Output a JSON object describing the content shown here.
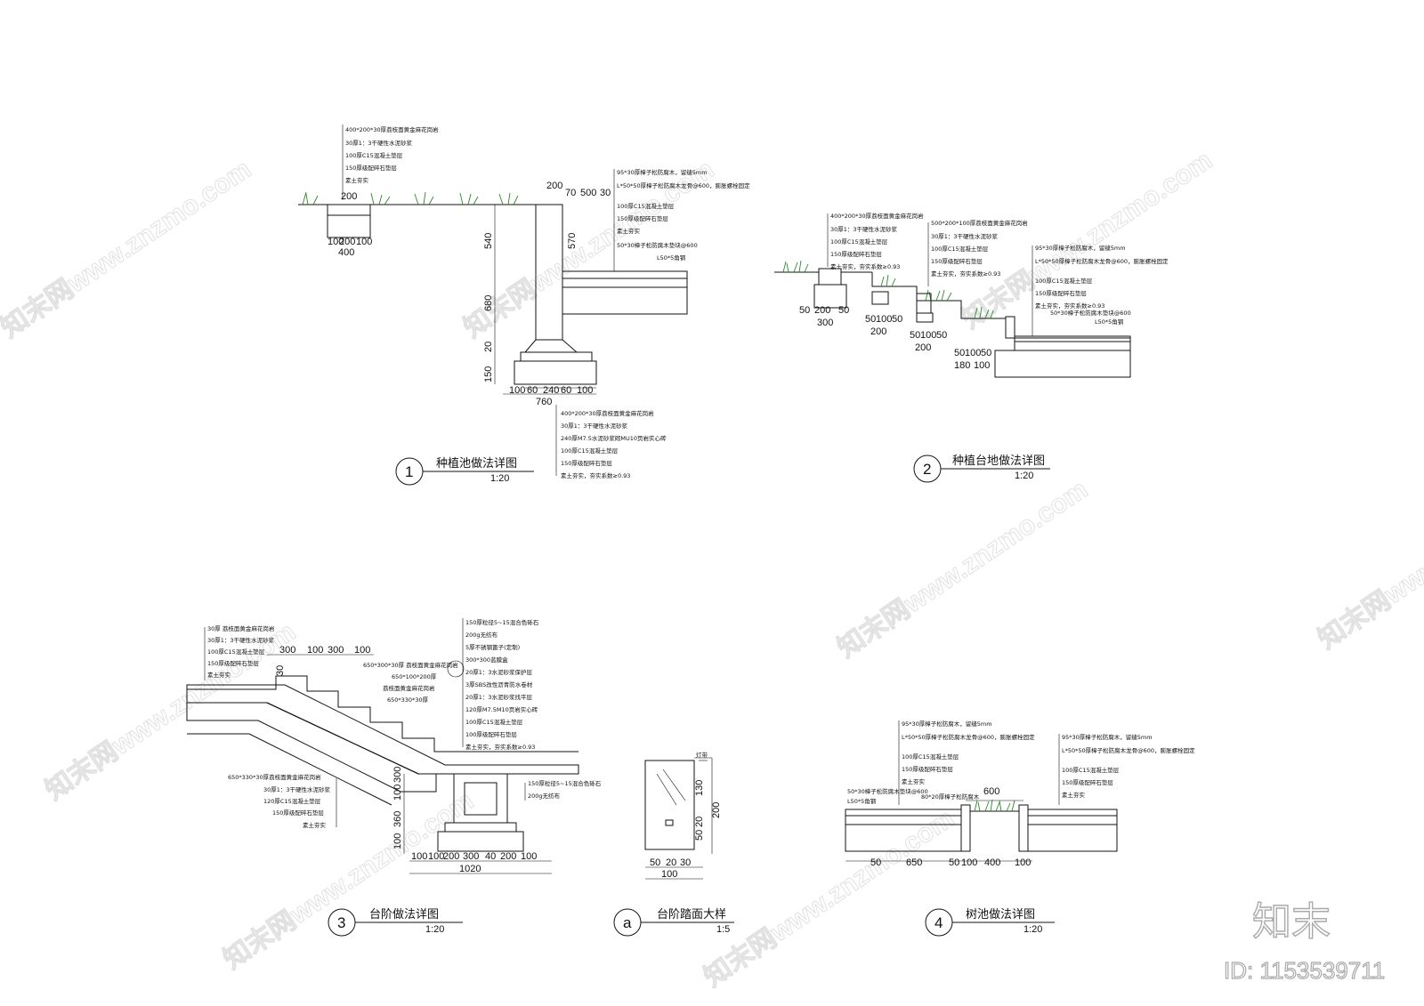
{
  "watermark": {
    "text": "知末网www.znzmo.com"
  },
  "brand": {
    "logo_text": "知末",
    "id_label": "ID: 1153539711"
  },
  "details": [
    {
      "number": "1",
      "title": "种植池做法详图",
      "scale": "1:20",
      "notes_top": [
        "400*200*30厚荔枝面黄金麻花岗岩",
        "30厚1：3干硬性水泥砂浆",
        "100厚C15混凝土垫层",
        "150厚级配碎石垫层",
        "素土夯实"
      ],
      "notes_right": [
        "95*30厚樟子松防腐木，留缝5mm",
        "L*50*50厚樟子松防腐木龙骨@600，膨胀螺栓固定",
        "100厚C15混凝土垫层",
        "150厚级配碎石垫层",
        "素土夯实",
        "50*30樟子松防腐木垫块@600",
        "L50*5角钢"
      ],
      "notes_bottom": [
        "400*200*30厚荔枝面黄金麻花岗岩",
        "30厚1：3干硬性水泥砂浆",
        "240厚M7.5水泥砂浆砌MU10页岩实心砖",
        "100厚C15混凝土垫层",
        "150厚级配碎石垫层",
        "素土夯实，夯实系数≥0.93"
      ],
      "dims": [
        "200",
        "100",
        "200",
        "100",
        "400",
        "200",
        "70",
        "500",
        "30",
        "540",
        "570",
        "680",
        "20",
        "150",
        "100",
        "60",
        "240",
        "60",
        "100",
        "760"
      ]
    },
    {
      "number": "2",
      "title": "种植台地做法详图",
      "scale": "1:20",
      "notes_a": [
        "400*200*30厚荔枝面黄金麻花岗岩",
        "30厚1：3干硬性水泥砂浆",
        "100厚C15混凝土垫层",
        "150厚级配碎石垫层",
        "素土夯实，夯实系数≥0.93"
      ],
      "notes_b": [
        "500*200*100厚荔枝面黄金麻花岗岩",
        "30厚1：3干硬性水泥砂浆",
        "100厚C15混凝土垫层",
        "150厚级配碎石垫层",
        "素土夯实，夯实系数≥0.93"
      ],
      "notes_c": [
        "95*30厚樟子松防腐木，留缝5mm",
        "L*50*50厚樟子松防腐木龙骨@600，膨胀螺栓固定",
        "100厚C15混凝土垫层",
        "150厚级配碎石垫层",
        "素土夯实，夯实系数≥0.93",
        "50*30樟子松防腐木垫块@600",
        "L50*5角钢"
      ],
      "dims": [
        "50",
        "200",
        "50",
        "300",
        "50",
        "100",
        "50",
        "200",
        "50",
        "100",
        "50",
        "200",
        "50",
        "100",
        "50",
        "180",
        "100"
      ]
    },
    {
      "number": "3",
      "title": "台阶做法详图",
      "scale": "1:20",
      "notes_left": [
        "30厚 荔枝面黄金麻花岗岩",
        "30厚1：3干硬性水泥砂浆",
        "100厚C15混凝土垫层",
        "150厚级配碎石垫层",
        "素土夯实"
      ],
      "notes_mid": [
        "650*300*30厚 荔枝面黄金麻花岗岩",
        "650*100*200厚",
        "荔枝面黄金麻花岗岩",
        "650*330*30厚"
      ],
      "notes_lower_left": [
        "650*330*30厚荔枝面黄金麻花岗岩",
        "30厚1：3干硬性水泥砂浆",
        "120厚C15混凝土垫层",
        "150厚级配碎石垫层",
        "素土夯实"
      ],
      "notes_right": [
        "150厚粒径5~15混合色砾石",
        "200g无纺布",
        "5厚不锈钢篦子(定制)",
        "300*300蓝膜盒",
        "20厚1：3水泥砂浆保护层",
        "3厚SBS改性沥青防水卷材",
        "20厚1：3水泥砂浆找平层",
        "120厚M7.5M10页岩实心砖",
        "100厚C15混凝土垫层",
        "100厚级配碎石垫层",
        "素土夯实，夯实系数≥0.93"
      ],
      "notes_drain": [
        "150厚粒径5~15混合色砾石",
        "200g无纺布"
      ],
      "dims_top": [
        "300",
        "100",
        "300",
        "100"
      ],
      "dims_bottom": [
        "100",
        "100",
        "200",
        "300",
        "40",
        "200",
        "100",
        "1020"
      ],
      "dims_side": [
        "30",
        "100",
        "360",
        "100",
        "300"
      ]
    },
    {
      "number": "a",
      "title": "台阶踏面大样",
      "scale": "1:5",
      "notes": [
        "灯带"
      ],
      "dims": [
        "130",
        "200",
        "50",
        "20",
        "50",
        "20",
        "30",
        "100"
      ]
    },
    {
      "number": "4",
      "title": "树池做法详图",
      "scale": "1:20",
      "notes_left": [
        "95*30厚樟子松防腐木，留缝5mm",
        "L*50*50厚樟子松防腐木龙骨@600，膨胀螺栓固定",
        "100厚C15混凝土垫层",
        "150厚级配碎石垫层",
        "素土夯实",
        "50*30樟子松防腐木垫块@600",
        "L50*5角钢"
      ],
      "notes_mid": [
        "80*20厚樟子松防腐木"
      ],
      "notes_right": [
        "95*30厚樟子松防腐木，留缝5mm",
        "L*50*50厚樟子松防腐木龙骨@600，膨胀螺栓固定",
        "100厚C15混凝土垫层",
        "150厚级配碎石垫层",
        "素土夯实"
      ],
      "dims": [
        "600",
        "50",
        "650",
        "50",
        "100",
        "400",
        "100"
      ]
    }
  ]
}
